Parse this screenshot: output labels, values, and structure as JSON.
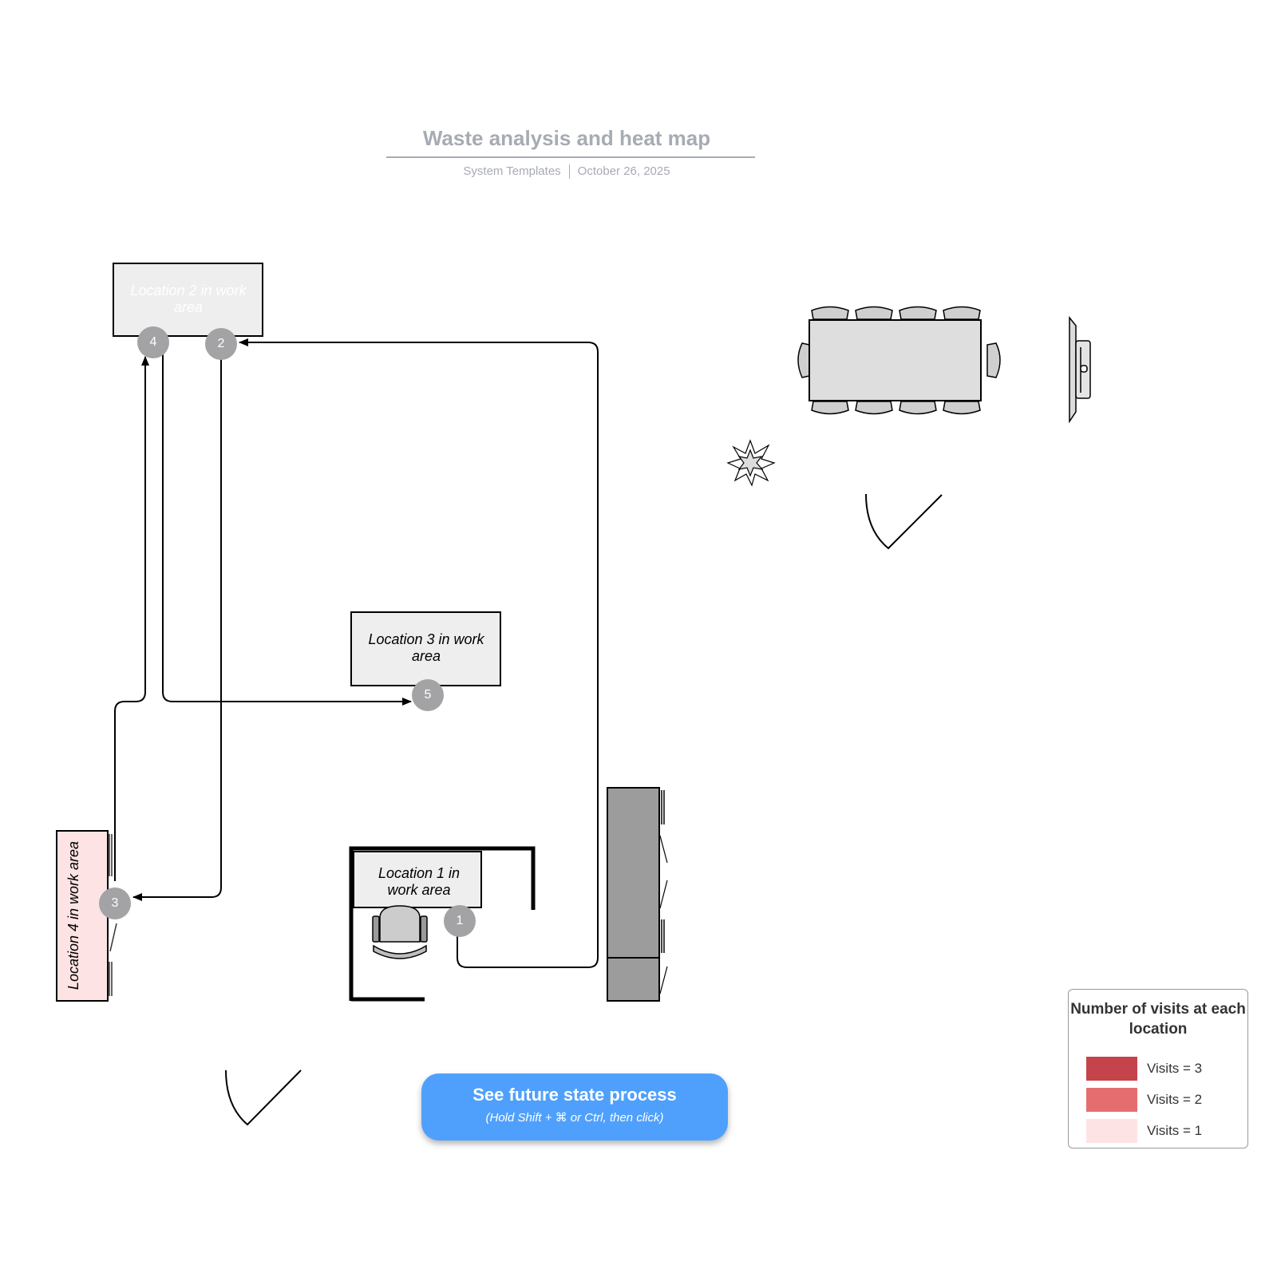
{
  "header": {
    "title": "Waste analysis and heat map",
    "author": "System Templates",
    "date": "October 26, 2025"
  },
  "locations": [
    {
      "label": "Location 1 in work area",
      "badge": "1"
    },
    {
      "label": "Location 2 in work area",
      "badge_a": "4",
      "badge_b": "2"
    },
    {
      "label": "Location 3 in work area",
      "badge": "5"
    },
    {
      "label": "Location 4 in work area",
      "badge": "3"
    }
  ],
  "legend": {
    "title": "Number of visits at each location",
    "items": [
      {
        "label": "Visits = 3",
        "color": "#c5434a"
      },
      {
        "label": "Visits = 2",
        "color": "#e66d6f"
      },
      {
        "label": "Visits = 1",
        "color": "#fde3e3"
      }
    ]
  },
  "cta": {
    "label": "See future state process",
    "hint": "(Hold Shift + ⌘ or Ctrl, then click)"
  },
  "colors": {
    "location_fill": "#eeeeee",
    "heat_1": "#fde3e3",
    "badge": "#a3a3a6",
    "cta": "#4fa0fc",
    "title": "#a7abb3"
  }
}
